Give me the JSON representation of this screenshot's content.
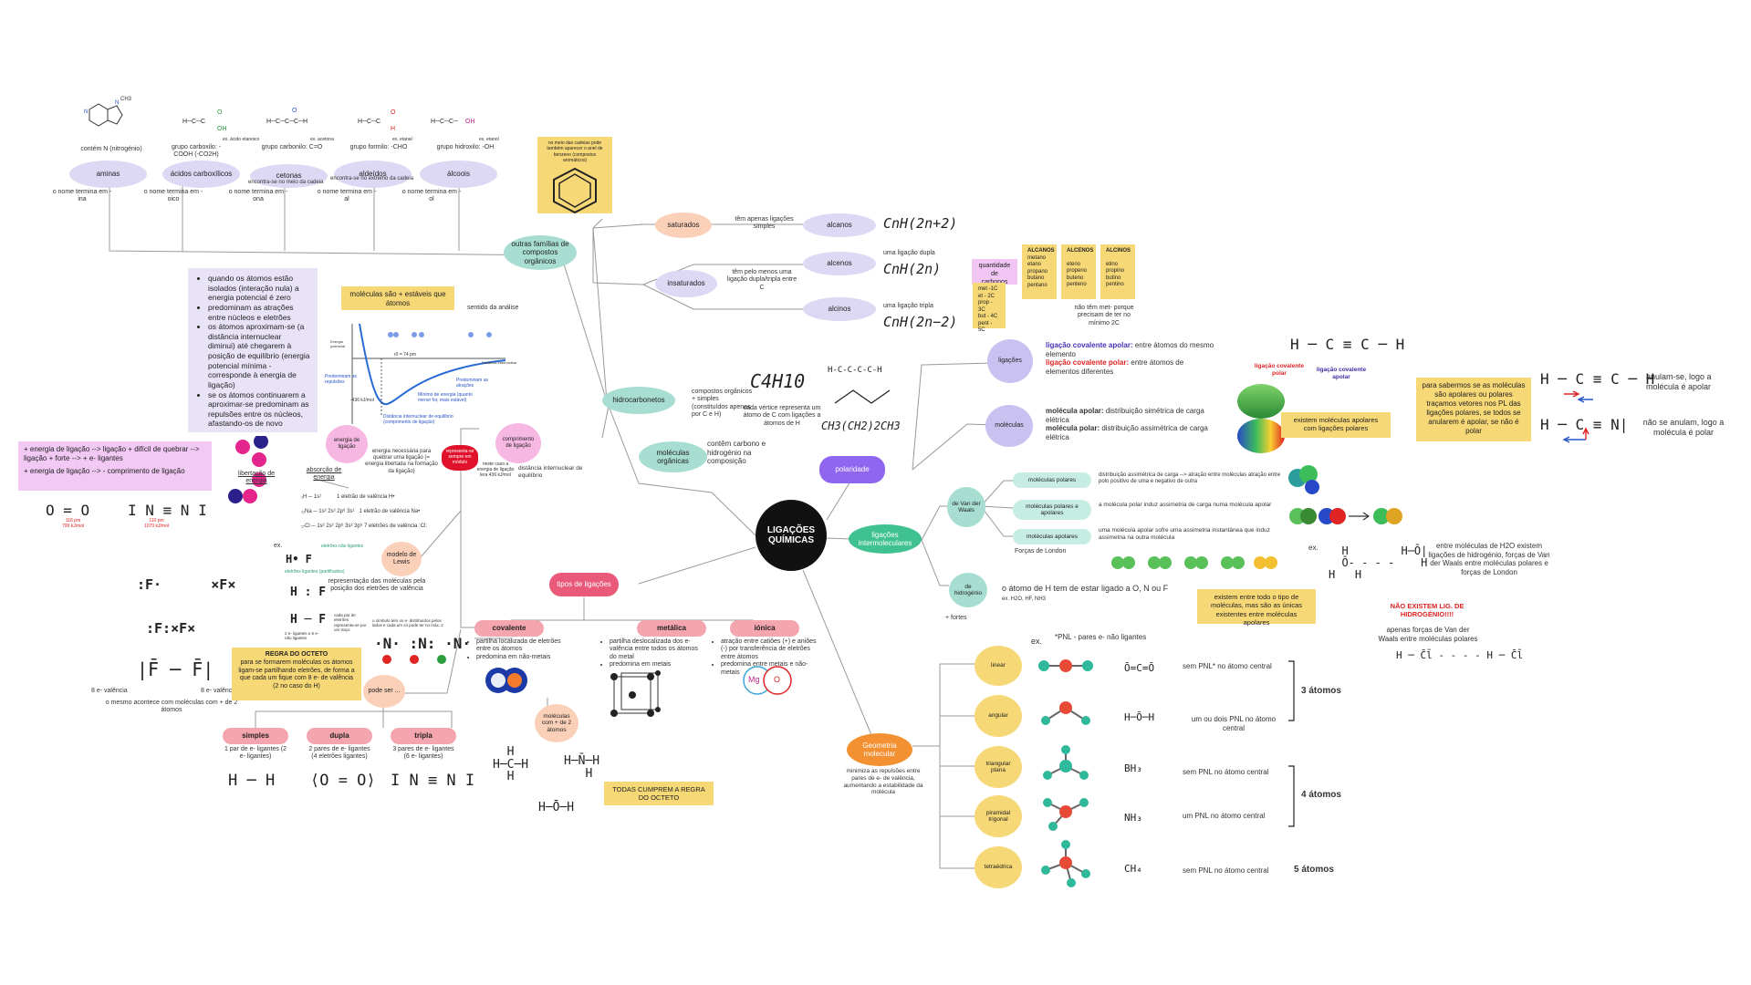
{
  "center": "LIGAÇÕES QUÍMICAS",
  "families": {
    "title": "outras famílias de compostos orgânicos",
    "items": [
      {
        "name": "aminas",
        "group": "contém N (nitrogénio)",
        "ending": "o nome termina em -ina"
      },
      {
        "name": "ácidos carboxílicos",
        "group": "grupo carboxilo: -COOH (-CO2H)",
        "ex": "ex. ácido etanoico",
        "ending": "o nome termina em -oico"
      },
      {
        "name": "cetonas",
        "group": "grupo carbonilo: C=O",
        "ex": "ex. acetona",
        "where": "encontra-se no meio da cadeia",
        "ending": "o nome termina em -ona"
      },
      {
        "name": "aldeídos",
        "group": "grupo formilo: -CHO",
        "ex": "ex. etanal",
        "where": "encontra-se no extremo da cadeia",
        "ending": "o nome termina em -al"
      },
      {
        "name": "álcoois",
        "group": "grupo hidroxilo: -OH",
        "ex": "ex. etanol",
        "ending": "o nome termina em -ol"
      }
    ],
    "benzene_note": "no meio das cadeias pode também aparecer o anel de benzeno (compostos aromáticos)"
  },
  "hydrocarbons": {
    "label": "hidrocarbonetos",
    "desc": "compostos orgânicos + simples (constituídos apenas por C e H)",
    "vertex": "cada vértice representa um átomo de C com ligações a átomos de H",
    "saturados": "saturados",
    "saturados_desc": "têm apenas ligações simples",
    "insaturados": "insaturados",
    "insaturados_desc": "têm pelo menos uma ligação dupla/tripla entre C",
    "alcanos": "alcanos",
    "alcenos": "alcenos",
    "alcinos": "alcinos",
    "alcanos_f": "CnH(2n+2)",
    "alcenos_f": "CnH(2n)",
    "alcinos_f": "CnH(2n−2)",
    "alcenos_note": "uma ligação dupla",
    "alcinos_note": "uma ligação tripla",
    "quant": "quantidade de carbonos",
    "prefixes": [
      "met -1C",
      "et - 2C",
      "prop - 3C",
      "but - 4C",
      "pent - 5C"
    ],
    "col_alcanos": {
      "title": "ALCANOS",
      "items": [
        "metano",
        "etano",
        "propano",
        "butano",
        "pentano"
      ]
    },
    "col_alcenos": {
      "title": "ALCENOS",
      "items": [
        "eteno",
        "propeno",
        "buteno",
        "penteno"
      ]
    },
    "col_alcinos": {
      "title": "ALCINOS",
      "items": [
        "etino",
        "propino",
        "butino",
        "pentino"
      ]
    },
    "no_met": "não têm met- porque precisam de ter no mínimo 2C",
    "c4h10": "C4H10",
    "ch3": "CH3(CH2)2CH3"
  },
  "organic": {
    "label": "moléculas orgânicas",
    "desc": "contêm carbono e hidrogénio na composição"
  },
  "energy": {
    "list": [
      "quando os átomos estão isolados (interação nula) a energia potencial é zero",
      "predominam as atrações entre núcleos e eletrões",
      "os átomos aproximam-se (a distância internuclear diminui) até chegarem à posição de equilíbrio (energia potencial mínima - corresponde à energia de ligação)",
      "se os átomos continuarem a aproximar-se predominam as repulsões entre os núcleos, afastando-os de novo"
    ],
    "stable": "moléculas são + estáveis que átomos",
    "sentido": "sentido da análise",
    "energia_lig": "energia de ligação",
    "comprimento": "comprimento de ligação",
    "energia_desc": "energia necessária para quebrar uma ligação (= energia libertada na formação da ligação)",
    "badge": "representa-se sempre em módulo",
    "neste": "neste caso a energia de ligação lera 436 kJ/mol",
    "dist": "distância internuclear de equilíbrio",
    "graph_labels": {
      "ep": "Energia potencial",
      "di": "Distância internuclear",
      "rep": "Predominam as repulsões",
      "atr": "Predominam as atrações",
      "min": "Mínimo de energia (quanto menor for, mais estável)",
      "deq": "Distância internuclear de equilíbrio (comprimento de ligação)",
      "r0": "r0 = 74 pm",
      "e0": "-436 kJ/mol"
    },
    "rules": [
      "+ energia de ligação --> ligação + difícil de quebrar --> ligação + forte --> + e- ligantes",
      "+ energia de ligação --> - comprimento de ligação"
    ],
    "o2": "O = O",
    "n2": "I N ≡ N I",
    "o2_vals": [
      "116 pm",
      "799 kJ/mol"
    ],
    "n2_vals": [
      "110 pm",
      "1070 kJ/mol"
    ],
    "absorcao": "absorção de energia",
    "libertacao": "libertação de energia"
  },
  "lewis": {
    "label": "modelo de Lewis",
    "config": [
      {
        "e": "₁H ─ 1s¹",
        "v": "1 eletrão de valência"
      },
      {
        "e": "₁₁Na ─ 1s² 2s² 2p⁶ 3s¹",
        "v": "1 eletrão de valência"
      },
      {
        "e": "₁₇Cl ─ 1s² 2s² 2p⁶ 3s² 3p⁵",
        "v": "7 eletrões de valência"
      }
    ],
    "repr": "representação das moléculas pela posição dos eletrões de valência",
    "ex": "ex.",
    "nao_lig": "eletrões não ligantes",
    "ligantes": "eletrões ligantes (partilhados)",
    "par": "cada par de eletrões representa-se por um traço",
    "simbolo": "o símbolo tem os e- distribuídos pelos lados e cada um só pode ter no máx. 2",
    "par_lig": "2 e- ligantes e 6 e- não ligantes",
    "octeto_title": "REGRA DO OCTETO",
    "octeto": "para se formarem moléculas os átomos ligam-se partilhando eletrões, de forma a que cada um fique com 8 e- de valência (2 no caso do H)",
    "val8a": "8 e- valência",
    "val8b": "8 e- valência",
    "mesmo": "o mesmo acontece com moléculas com + de 2 átomos",
    "pode_ser": "pode ser ...",
    "simples": "simples",
    "dupla": "dupla",
    "tripla": "tripla",
    "simples_d": "1 par de e- ligantes (2 e- ligantes)",
    "dupla_d": "2 pares de e- ligantes (4 eletrões ligantes)",
    "tripla_d": "3 pares de e- ligantes (6 e- ligantes)",
    "h2": "H ─ H",
    "o2": "⟨O = O⟩",
    "n2": "I N ≡ N I"
  },
  "tipos": {
    "label": "tipos de ligações",
    "covalente": "covalente",
    "metalica": "metálica",
    "ionica": "iónica",
    "cov_items": [
      "partilha localizada de eletrões entre os átomos",
      "predomina em não-metais"
    ],
    "met_items": [
      "partilha deslocalizada dos e- valência entre todos os átomos do metal",
      "predomina em metais"
    ],
    "ion_items": [
      "atração entre catiões (+) e aniões (-) por transferência de eletrões entre átomos",
      "predomina entre metais e não-metais"
    ],
    "moleculas": "moléculas com + de 2 átomos",
    "todas": "TODAS CUMPREM A REGRA DO OCTETO",
    "mg": "Mg",
    "o": "O"
  },
  "polaridade": {
    "label": "polaridade",
    "ligacoes": "ligações",
    "moleculas": "moléculas",
    "lig_apolar": "ligação covalente apolar:",
    "lig_apolar_d": "entre átomos do mesmo elemento",
    "lig_polar": "ligação covalente polar:",
    "lig_polar_d": "entre átomos de elementos diferentes",
    "mol_apolar": "molécula apolar:",
    "mol_apolar_d": "distribuição simétrica de carga elétrica",
    "mol_polar": "molécula polar:",
    "mol_polar_d": "distribuição assimétrica de carga elétrica",
    "existem": "existem moléculas apolares com ligações polares",
    "hcch": "H ─ C ≡ C ─ H",
    "lcp": "ligação covalente polar",
    "lca": "ligação covalente apolar",
    "saber": "para sabermos se as moléculas são apolares ou polares traçamos vetores nos PL das ligações polares, se todos se anularem é apolar, se não é polar",
    "hcch2": "H ─ C ≡ C ─ H",
    "anulam": "anulam-se, logo a molécula é apolar",
    "hcn": "H ─ C ≡ N|",
    "nao_anulam": "não se anulam, logo a molécula é polar"
  },
  "intermol": {
    "label": "ligações intermoleculares",
    "vdw": "de Van der Waals",
    "hid": "de hidrogénio",
    "fortes": "+ fortes",
    "mp": "moléculas polares",
    "mpa": "moléculas polares e apolares",
    "ma": "moléculas apolares",
    "mp_d": "distribuição assimétrica de carga --> atração entre moléculas atração entre polo positivo de uma e negativo de outra",
    "mpa_d": "a molécula polar induz assimetria de carga numa molécula apolar",
    "ma_d": "uma molécula apolar sofre uma assimetria instantânea que induz assimetria na outra molécula",
    "london": "Forças de London",
    "hid_d": "o átomo de H tem de estar ligado a O, N ou F",
    "hid_ex": "ex. H2O, HF, NH3",
    "existem": "existem entre todo o tipo de moléculas, mas são as únicas existentes entre moléculas apolares",
    "h2o": "entre moléculas de H2O existem ligações de hidrogénio, forças de Van der Waals entre moléculas polares e forças de London",
    "nao_existem": "NÃO EXISTEM LIG. DE HIDROGÉNIO!!!!",
    "apenas": "apenas forças de Van der Waals entre moléculas polares",
    "hcl": "H ─ C̄l̄ - - - - H ─ C̄l̄",
    "ex": "ex."
  },
  "geometria": {
    "label": "Geometria molecular",
    "desc": "minimiza as repulsões entre pares de e- de valência, aumentando a estabilidade da molécula",
    "ex": "ex.",
    "pnl": "*PNL - pares e- não ligantes",
    "shapes": [
      {
        "name": "linear",
        "formula": "Ō=C=Ō",
        "pnl": "sem PNL* no átomo central"
      },
      {
        "name": "angular",
        "formula": "H─Ō─H",
        "pnl": "um ou dois PNL no átomo central"
      },
      {
        "name": "triangular plana",
        "formula": "BH₃",
        "pnl": "sem PNL no átomo central"
      },
      {
        "name": "piramidal trigonal",
        "formula": "NH₃",
        "pnl": "um PNL no átomo central"
      },
      {
        "name": "tetraédrica",
        "formula": "CH₄",
        "pnl": "sem PNL no átomo central"
      }
    ],
    "a3": "3 átomos",
    "a4": "4 átomos",
    "a5": "5 átomos"
  },
  "colors": {
    "lavender": "#ddd8f3",
    "mint": "#a8ddd2",
    "pink": "#f4a5ae",
    "yellow": "#f7d877",
    "purple": "#8e66f0",
    "green": "#3fc191",
    "orange": "#f29032"
  }
}
